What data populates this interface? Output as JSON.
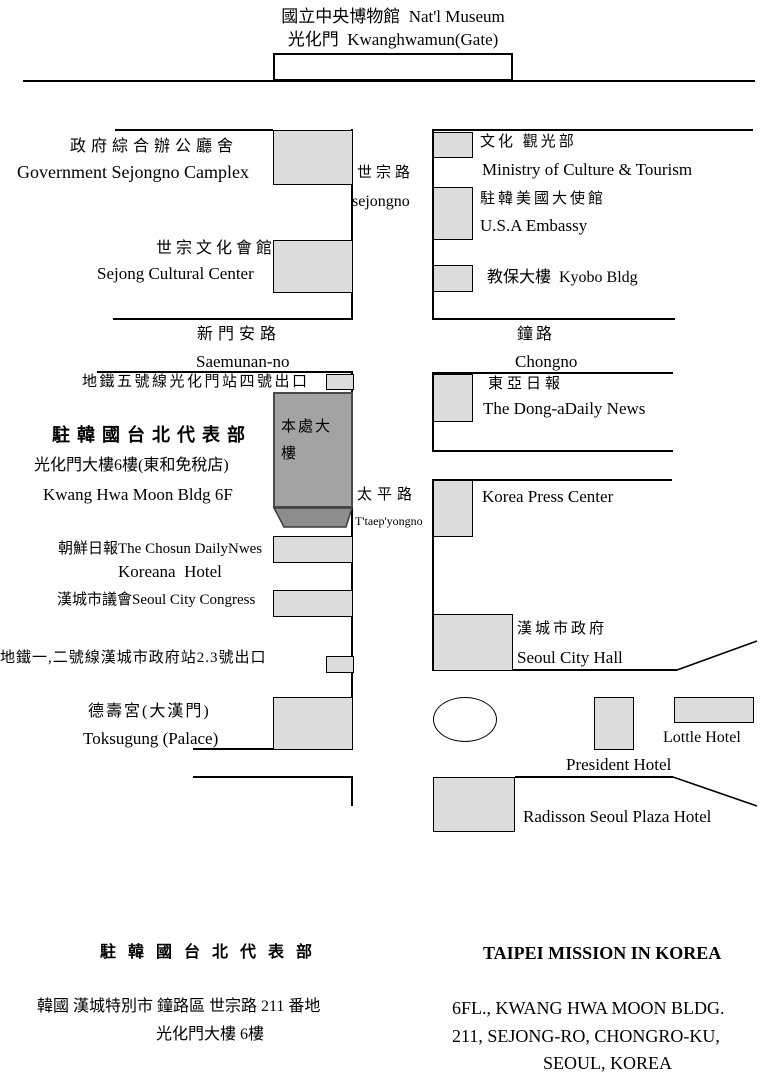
{
  "colors": {
    "background": "#ffffff",
    "building_fill": "#dcdcdc",
    "highlight_fill": "#a3a3a3",
    "highlight_base_fill": "#8d8d8d",
    "line": "#000000"
  },
  "map": {
    "header": {
      "museum": "國立中央博物館  Nat'l Museum",
      "gate": "光化門  Kwanghwamun(Gate)"
    },
    "streets": {
      "sejongno_cjk": "世宗路",
      "sejongno_en": "sejongno",
      "saemunanno_cjk": "新門安路",
      "saemunanno_en": "Saemunan-no",
      "chongno_cjk": "鐘路",
      "chongno_en": "Chongno",
      "taepyongno_cjk": "太平路",
      "taepyongno_en": "T'taep'yongno"
    },
    "places": {
      "gov_complex_cjk": "政府綜合辦公廳舍",
      "gov_complex_en": "Government Sejongno Camplex",
      "ministry_cjk": "文化 觀光部",
      "ministry_en": "Ministry of Culture & Tourism",
      "usa_embassy_cjk": "駐韓美國大使館",
      "usa_embassy_en": "U.S.A Embassy",
      "sejong_cultural_cjk": "世宗文化會館",
      "sejong_cultural_en": "Sejong Cultural Center",
      "kyobo": "教保大樓  Kyobo Bldg",
      "subway_line5_exit4": "地鐵五號線光化門站四號出口",
      "donga_cjk": "東亞日報",
      "donga_en": "The Dong-aDaily News",
      "mission_cjk": "駐韓國台北代表部",
      "mission_bldg_cjk": "光化門大樓6樓(東和免稅店)",
      "mission_bldg_en": "Kwang Hwa Moon Bldg 6F",
      "office_building": "本處大樓",
      "press_center": "Korea Press Center",
      "chosun": "朝鮮日報The Chosun DailyNwes",
      "koreana": "Koreana  Hotel",
      "city_congress": "漢城市議會Seoul City Congress",
      "subway_line12_exit23": "地鐵一,二號線漢城市政府站2.3號出口",
      "city_hall_cjk": "漢城市政府",
      "city_hall_en": "Seoul City Hall",
      "toksugung_cjk": "德壽宮(大漢門)",
      "toksugung_en": "Toksugung (Palace)",
      "lottle_hotel": "Lottle Hotel",
      "president_hotel": "President Hotel",
      "radisson_hotel": "Radisson Seoul Plaza Hotel"
    },
    "footer": {
      "left_title": "駐 韓 國 台 北 代 表 部",
      "left_addr1": "韓國 漢城特別市 鐘路區 世宗路 211 番地",
      "left_addr2": "光化門大樓 6樓",
      "right_title": "TAIPEI MISSION IN KOREA",
      "right_addr1": "6FL., KWANG HWA MOON BLDG.",
      "right_addr2": "211, SEJONG-RO, CHONGRO-KU,",
      "right_addr3": "SEOUL, KOREA"
    }
  }
}
